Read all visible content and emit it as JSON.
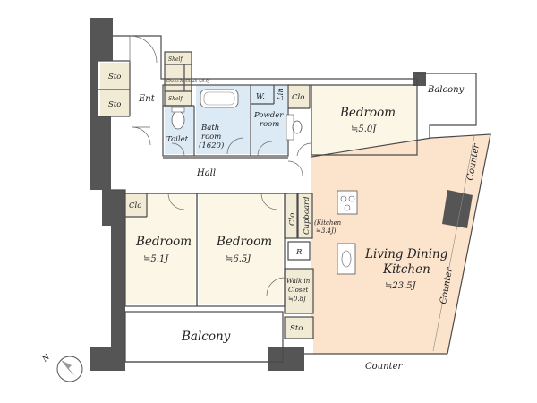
{
  "rooms": {
    "sto_top": "Sto",
    "sto_mid": "Sto",
    "ent": "Ent",
    "shelf_top": "Shelf",
    "shoes_in_cloak": "Shoes In\nCloak\n≒0.9J",
    "shelf_bottom": "Shelf",
    "toilet": "Toilet",
    "bathroom_line1": "Bath",
    "bathroom_line2": "room",
    "bathroom_size": "(1620)",
    "washer": "W.",
    "linen": "Lin",
    "powder_line1": "Powder",
    "powder_line2": "room",
    "clo_top": "Clo",
    "bedroom_top": "Bedroom",
    "bedroom_top_size": "≒5.0J",
    "balcony_top": "Balcony",
    "hall": "Hall",
    "clo_left": "Clo",
    "bedroom_left": "Bedroom",
    "bedroom_left_size": "≒5.1J",
    "bedroom_mid": "Bedroom",
    "bedroom_mid_size": "≒6.5J",
    "clo_mid": "Clo",
    "cupboard": "Cupboard",
    "kitchen_line1": "(Kitchen",
    "kitchen_line2": "≒3.4J)",
    "refrigerator": "R",
    "walk_in_line1": "Walk in",
    "walk_in_line2": "Closet",
    "walk_in_size": "≒0.8J",
    "sto_bottom": "Sto",
    "ldk_line1": "Living Dining",
    "ldk_line2": "Kitchen",
    "ldk_size": "≒23.5J",
    "balcony_bottom": "Balcony",
    "counter_top": "Counter",
    "counter_right": "Counter",
    "counter_bottom": "Counter"
  },
  "compass": {
    "label": "N"
  },
  "colors": {
    "floor_bedroom": "#fbf6e6",
    "floor_ldk": "#fbe3cc",
    "floor_wet": "#dceaf6",
    "floor_storage": "#f1ebd6",
    "wall": "#555555"
  }
}
